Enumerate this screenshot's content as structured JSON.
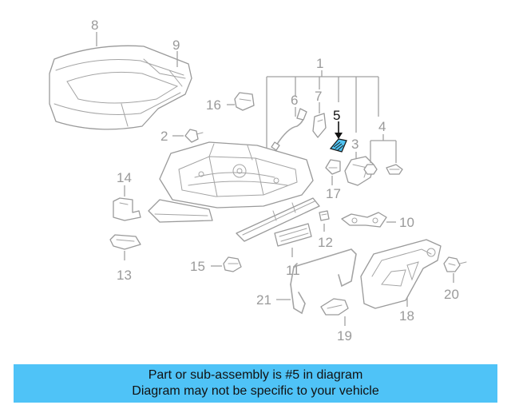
{
  "labels": {
    "p1": "1",
    "p2": "2",
    "p3": "3",
    "p4": "4",
    "p5": "5",
    "p6": "6",
    "p7": "7",
    "p8": "8",
    "p9": "9",
    "p10": "10",
    "p11": "11",
    "p12": "12",
    "p13": "13",
    "p14": "14",
    "p15": "15",
    "p16": "16",
    "p17": "17",
    "p18": "18",
    "p19": "19",
    "p20": "20",
    "p21": "21"
  },
  "highlight": {
    "part": "5",
    "color": "#4fc3f2"
  },
  "banner": {
    "line1": "Part or sub-assembly is #5 in diagram",
    "line2": "Diagram may not be specific to your vehicle",
    "color": "#4fc3f7"
  }
}
